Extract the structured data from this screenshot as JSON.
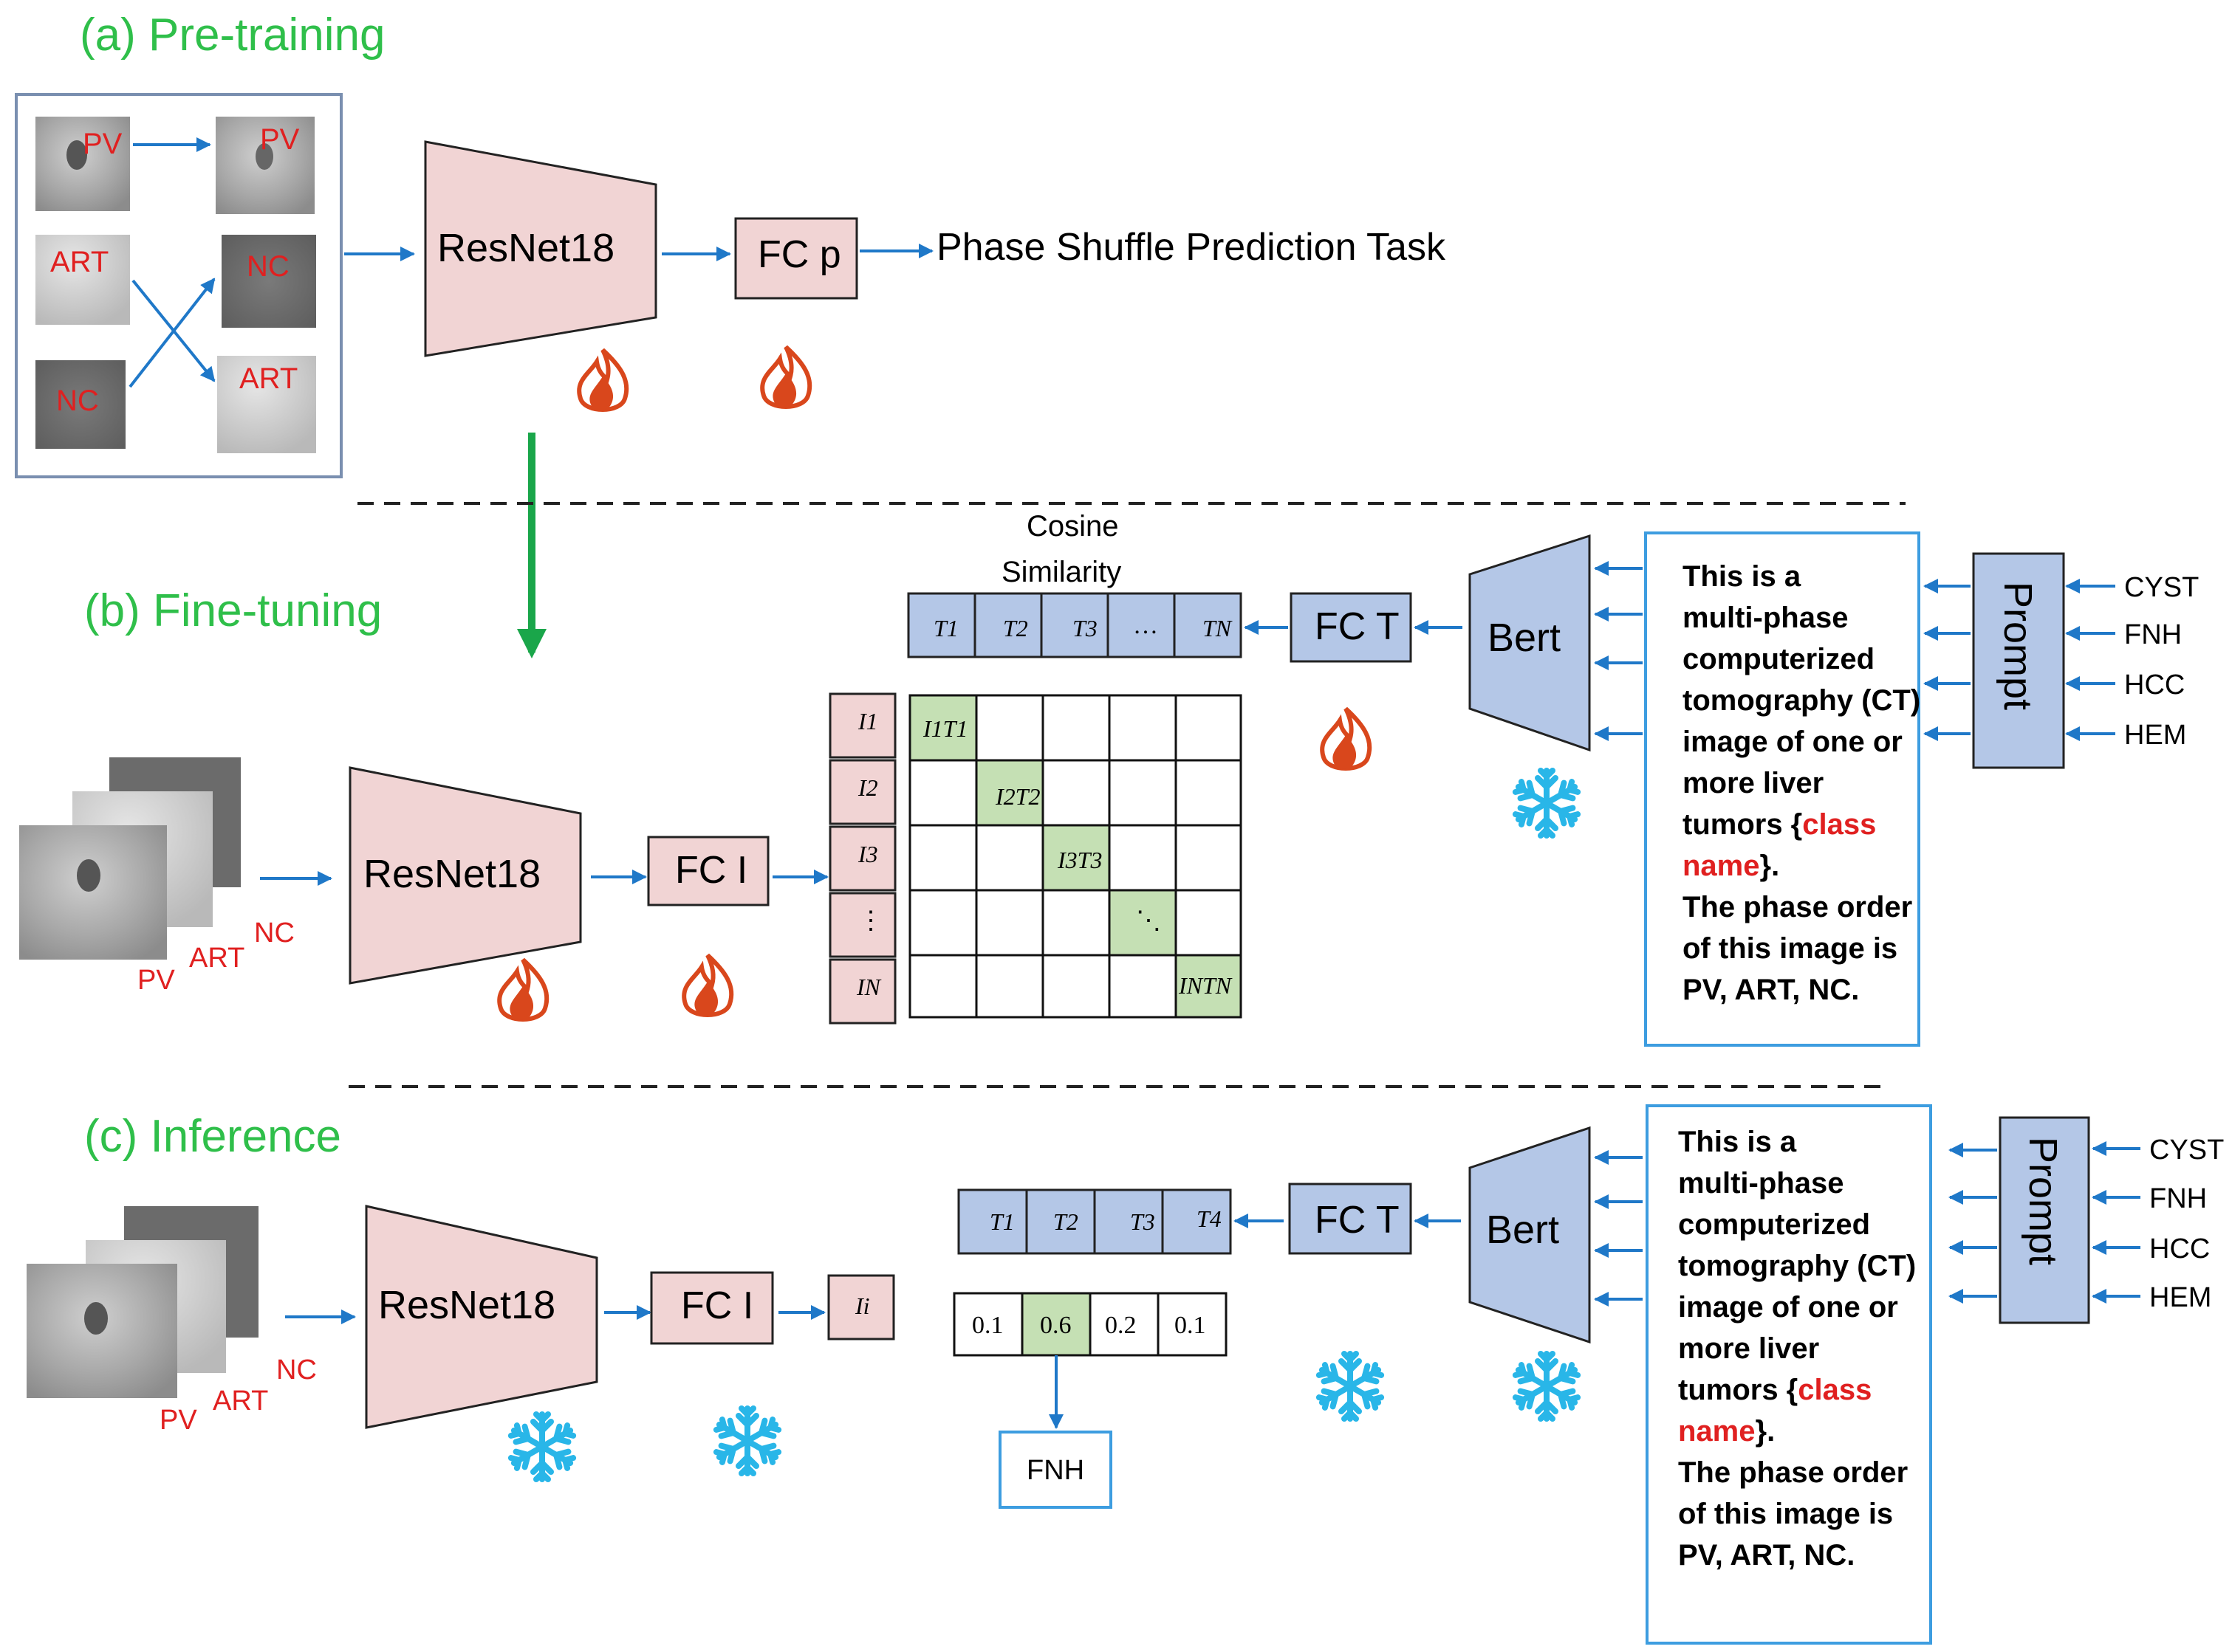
{
  "sections": {
    "pretraining": "(a) Pre-training",
    "finetuning": "(b) Fine-tuning",
    "inference": "(c) Inference"
  },
  "pretraining": {
    "phases_left": [
      "PV",
      "ART",
      "NC"
    ],
    "phases_right": [
      "PV",
      "NC",
      "ART"
    ],
    "encoder": "ResNet18",
    "fc": "FC p",
    "task": "Phase Shuffle Prediction Task"
  },
  "finetuning": {
    "encoder": "ResNet18",
    "fc_image": "FC I",
    "phase_labels": [
      "PV",
      "ART",
      "NC"
    ],
    "cosine_label_line1": "Cosine",
    "cosine_label_line2": "Similarity",
    "text_tokens": [
      "T1",
      "T2",
      "T3",
      "…",
      "TN"
    ],
    "image_tokens": [
      "I1",
      "I2",
      "I3",
      "⋮",
      "IN"
    ],
    "diagonal": [
      "I1T1",
      "I2T2",
      "I3T3",
      "⋱",
      "INTN"
    ],
    "fc_text": "FC T",
    "text_encoder": "Bert",
    "prompt": "Prompt",
    "classes": [
      "CYST",
      "FNH",
      "HCC",
      "HEM"
    ]
  },
  "prompt_text": {
    "line1": "This is a",
    "line2": "multi-phase",
    "line3": "computerized",
    "line4": "tomography (CT)",
    "line5": "image of one or",
    "line6": "more liver",
    "line7_pre": "tumors {",
    "line7_red": "class",
    "line8_red": "name",
    "line8_post": "}.",
    "line9": "The phase order",
    "line10": "of this image is",
    "line11": "PV, ART, NC."
  },
  "inference": {
    "encoder": "ResNet18",
    "fc_image": "FC I",
    "image_token": "Ii",
    "phase_labels": [
      "PV",
      "ART",
      "NC"
    ],
    "text_tokens": [
      "T1",
      "T2",
      "T3",
      "T4"
    ],
    "scores": [
      "0.1",
      "0.6",
      "0.2",
      "0.1"
    ],
    "prediction": "FNH",
    "fc_text": "FC T",
    "text_encoder": "Bert",
    "prompt": "Prompt",
    "classes": [
      "CYST",
      "FNH",
      "HCC",
      "HEM"
    ]
  },
  "colors": {
    "section_title": "#2fbf4a",
    "encoder_fill": "#f1d4d4",
    "text_block_fill": "#b4c7e7",
    "highlight_cell": "#c5e0b4",
    "arrow": "#1f78c8",
    "pretrain_arrow": "#1aa64a",
    "phase_label": "#e02020",
    "flame": "#d9471c",
    "snowflake": "#29b6e8"
  }
}
